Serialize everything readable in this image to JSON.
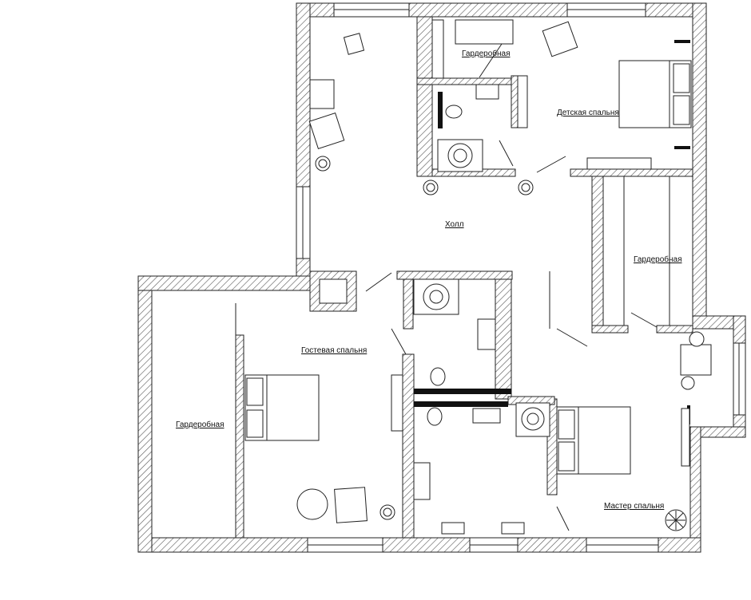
{
  "rooms": {
    "wardrobe_top": "Гардеробная",
    "kids_bedroom": "Детская спальня",
    "hall": "Холл",
    "wardrobe_right": "Гардеробная",
    "guest_bedroom": "Гостевая спальня",
    "wardrobe_left": "Гардеробная",
    "master_bedroom": "Мастер спальня"
  },
  "colors": {
    "wall_outline": "#222222",
    "hatch": "#555555",
    "background": "#ffffff"
  }
}
